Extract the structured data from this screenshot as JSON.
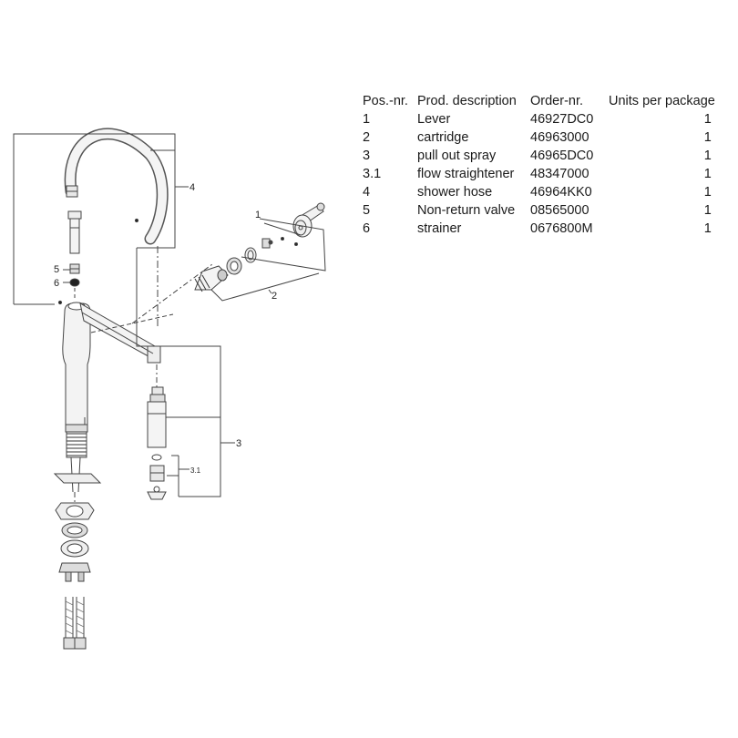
{
  "table": {
    "headers": {
      "pos": "Pos.-nr.",
      "description": "Prod. description",
      "order": "Order-nr.",
      "units": "Units per package"
    },
    "rows": [
      {
        "pos": "1",
        "description": "Lever",
        "order": "46927DC0",
        "units": "1"
      },
      {
        "pos": "2",
        "description": "cartridge",
        "order": "46963000",
        "units": "1"
      },
      {
        "pos": "3",
        "description": "pull out spray",
        "order": "46965DC0",
        "units": "1"
      },
      {
        "pos": "3.1",
        "description": "flow straightener",
        "order": "48347000",
        "units": "1"
      },
      {
        "pos": "4",
        "description": "shower hose",
        "order": "46964KK0",
        "units": "1"
      },
      {
        "pos": "5",
        "description": "Non-return valve",
        "order": "08565000",
        "units": "1"
      },
      {
        "pos": "6",
        "description": "strainer",
        "order": "0676800M",
        "units": "1"
      }
    ]
  },
  "callouts": {
    "lever": "1",
    "cartridge": "2",
    "pull_out_spray": "3",
    "flow_straightener": "3.1",
    "shower_hose": "4",
    "non_return_valve": "5",
    "strainer": "6"
  },
  "colors": {
    "line": "#444444",
    "body_fill": "#f2f2f2",
    "shade": "#d6d6d6"
  }
}
